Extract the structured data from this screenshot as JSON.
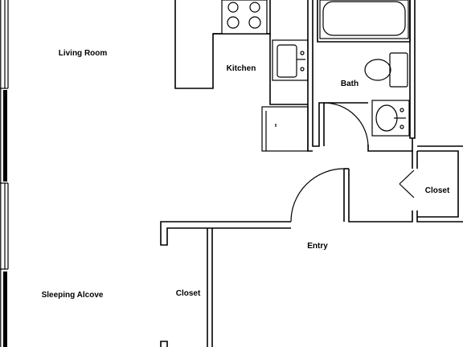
{
  "rooms": {
    "living_room": "Living Room",
    "kitchen": "Kitchen",
    "bath": "Bath",
    "closet_right": "Closet",
    "entry": "Entry",
    "sleeping_alcove": "Sleeping Alcove",
    "closet_left": "Closet"
  }
}
